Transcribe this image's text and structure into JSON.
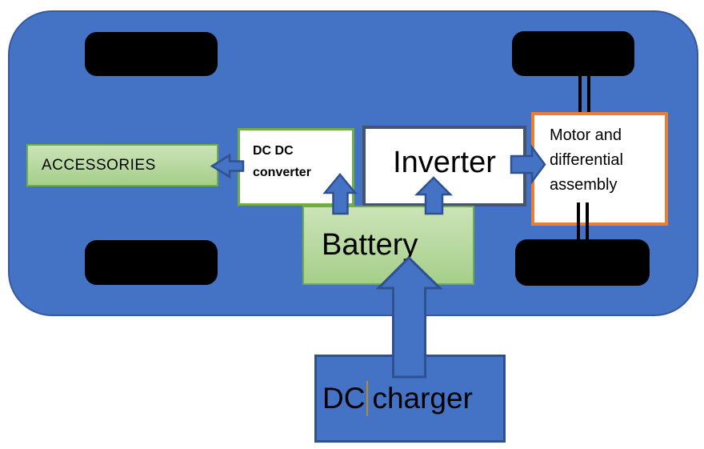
{
  "components": {
    "accessories": {
      "label": "ACCESSORIES"
    },
    "dcdc_converter": {
      "line1": "DC DC",
      "line2": "converter"
    },
    "inverter": {
      "label": "Inverter"
    },
    "motor_assembly": {
      "line1": "Motor and",
      "line2": "differential",
      "line3": "assembly"
    },
    "battery": {
      "label": "Battery"
    },
    "dc_charger": {
      "text_before_caret": "DC",
      "text_after_caret": "charger"
    }
  },
  "arrows": [
    {
      "id": "dcdc-to-accessories",
      "direction": "left"
    },
    {
      "id": "battery-to-dcdc",
      "direction": "up"
    },
    {
      "id": "battery-to-inverter",
      "direction": "up"
    },
    {
      "id": "inverter-to-motor",
      "direction": "right"
    },
    {
      "id": "charger-to-battery",
      "direction": "up"
    }
  ],
  "colors": {
    "chassis_fill": "#4472C4",
    "chassis_border": "#35599E",
    "wheel_fill": "#000000",
    "green_fill_top": "#CBE3B8",
    "green_fill_bottom": "#A5CF89",
    "green_border": "#70AD47",
    "inverter_border": "#44546A",
    "motor_border": "#ED7D31",
    "charger_fill": "#4472C4",
    "charger_border": "#2F528F",
    "arrow_fill": "#4472C4",
    "arrow_stroke": "#2F528F",
    "caret_color": "#B78A2E",
    "text_color": "#000000"
  }
}
